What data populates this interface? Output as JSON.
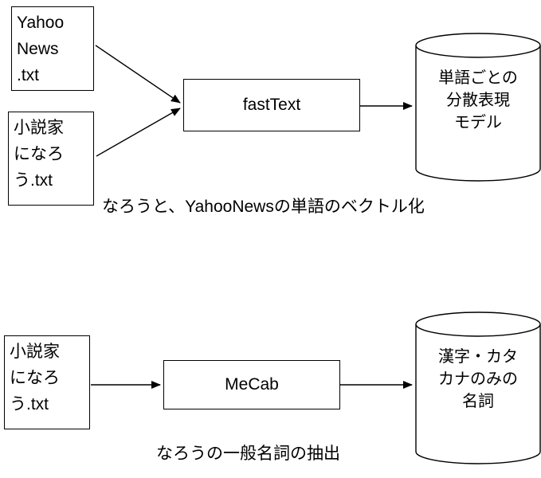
{
  "diagram": {
    "flow1": {
      "inputs": [
        {
          "label": "Yahoo\nNews\n.txt"
        },
        {
          "label": "小説家\nになろ\nう.txt"
        }
      ],
      "process": {
        "label": "fastText"
      },
      "output": {
        "label": "単語ごとの\n分散表現\nモデル"
      },
      "caption": "なろうと、YahooNewsの単語のベクトル化"
    },
    "flow2": {
      "input": {
        "label": "小説家\nになろ\nう.txt"
      },
      "process": {
        "label": "MeCab"
      },
      "output": {
        "label": "漢字・カタ\nカナのみの\n名詞"
      },
      "caption": "なろうの一般名詞の抽出"
    },
    "colors": {
      "stroke": "#000000",
      "background": "#ffffff"
    }
  }
}
